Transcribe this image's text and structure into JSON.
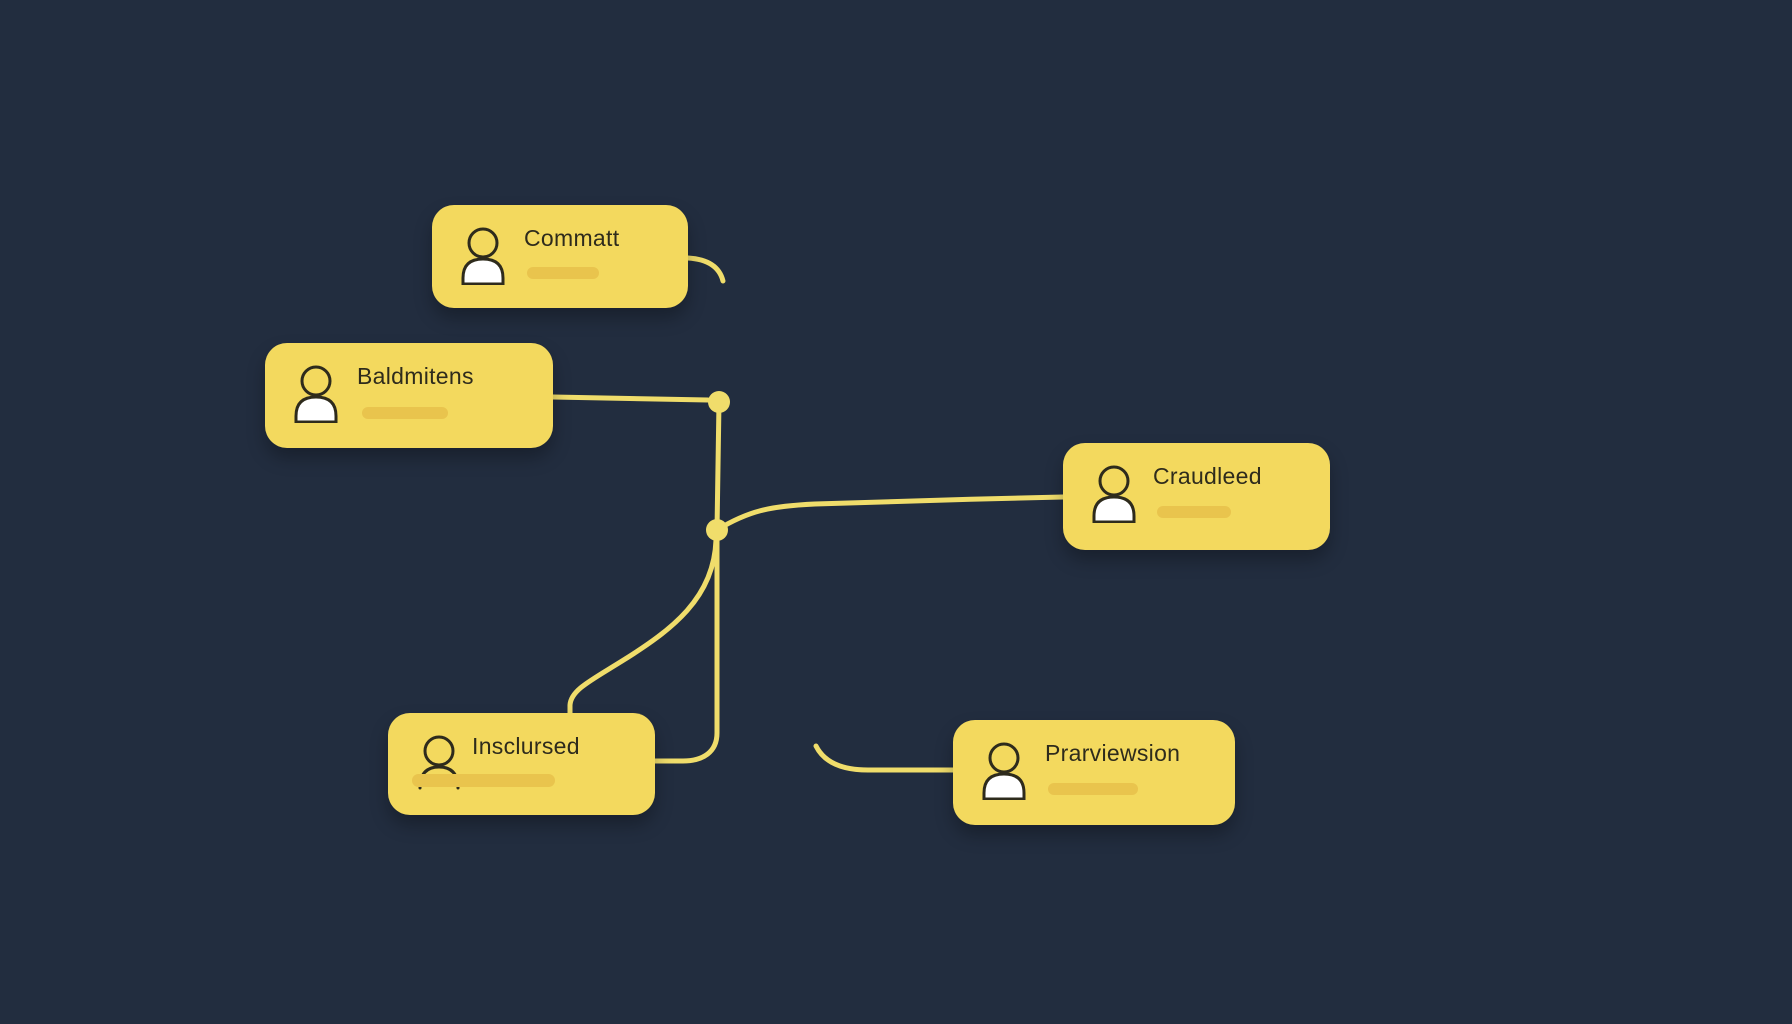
{
  "colors": {
    "background": "#222d3f",
    "card": "#f3d95e",
    "pill": "#e9c44d",
    "connector": "#f0dd6b",
    "text": "#2e2b1c",
    "icon-body": "#ffffff"
  },
  "nodes": [
    {
      "label": "Commatt",
      "icon": "person-icon"
    },
    {
      "label": "Baldmitens",
      "icon": "person-icon"
    },
    {
      "label": "Craudleed",
      "icon": "person-icon"
    },
    {
      "label": "Insclursed",
      "icon": "person-outline-icon"
    },
    {
      "label": "Prarviewsion",
      "icon": "person-icon"
    }
  ]
}
